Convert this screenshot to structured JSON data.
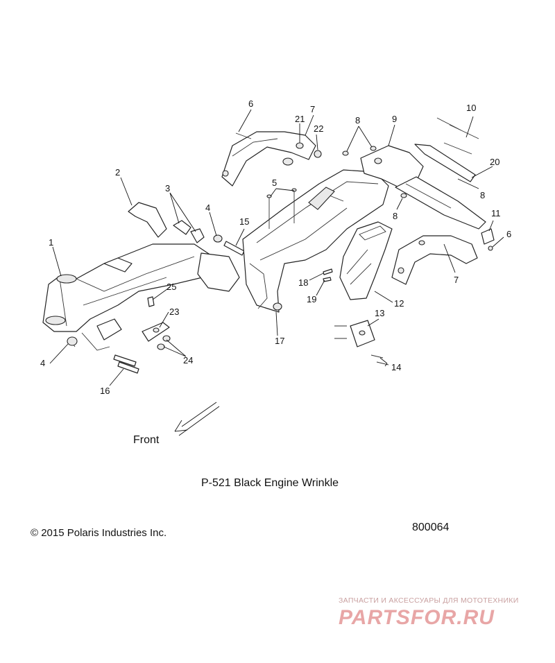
{
  "callouts": [
    "1",
    "2",
    "3",
    "4",
    "4",
    "5",
    "6",
    "6",
    "7",
    "7",
    "8",
    "8",
    "8",
    "9",
    "10",
    "11",
    "12",
    "13",
    "14",
    "15",
    "16",
    "17",
    "18",
    "19",
    "20",
    "21",
    "22",
    "23",
    "24",
    "25"
  ],
  "front_label": "Front",
  "caption": "P-521  Black Engine Wrinkle",
  "copyright": "© 2015 Polaris Industries Inc.",
  "drawing_number": "800064",
  "watermark": {
    "top_text": "ЗАПЧАСТИ И АКСЕССУАРЫ ДЛЯ МОТОТЕХНИКИ",
    "logo_text": "PARTSFOR.RU"
  }
}
